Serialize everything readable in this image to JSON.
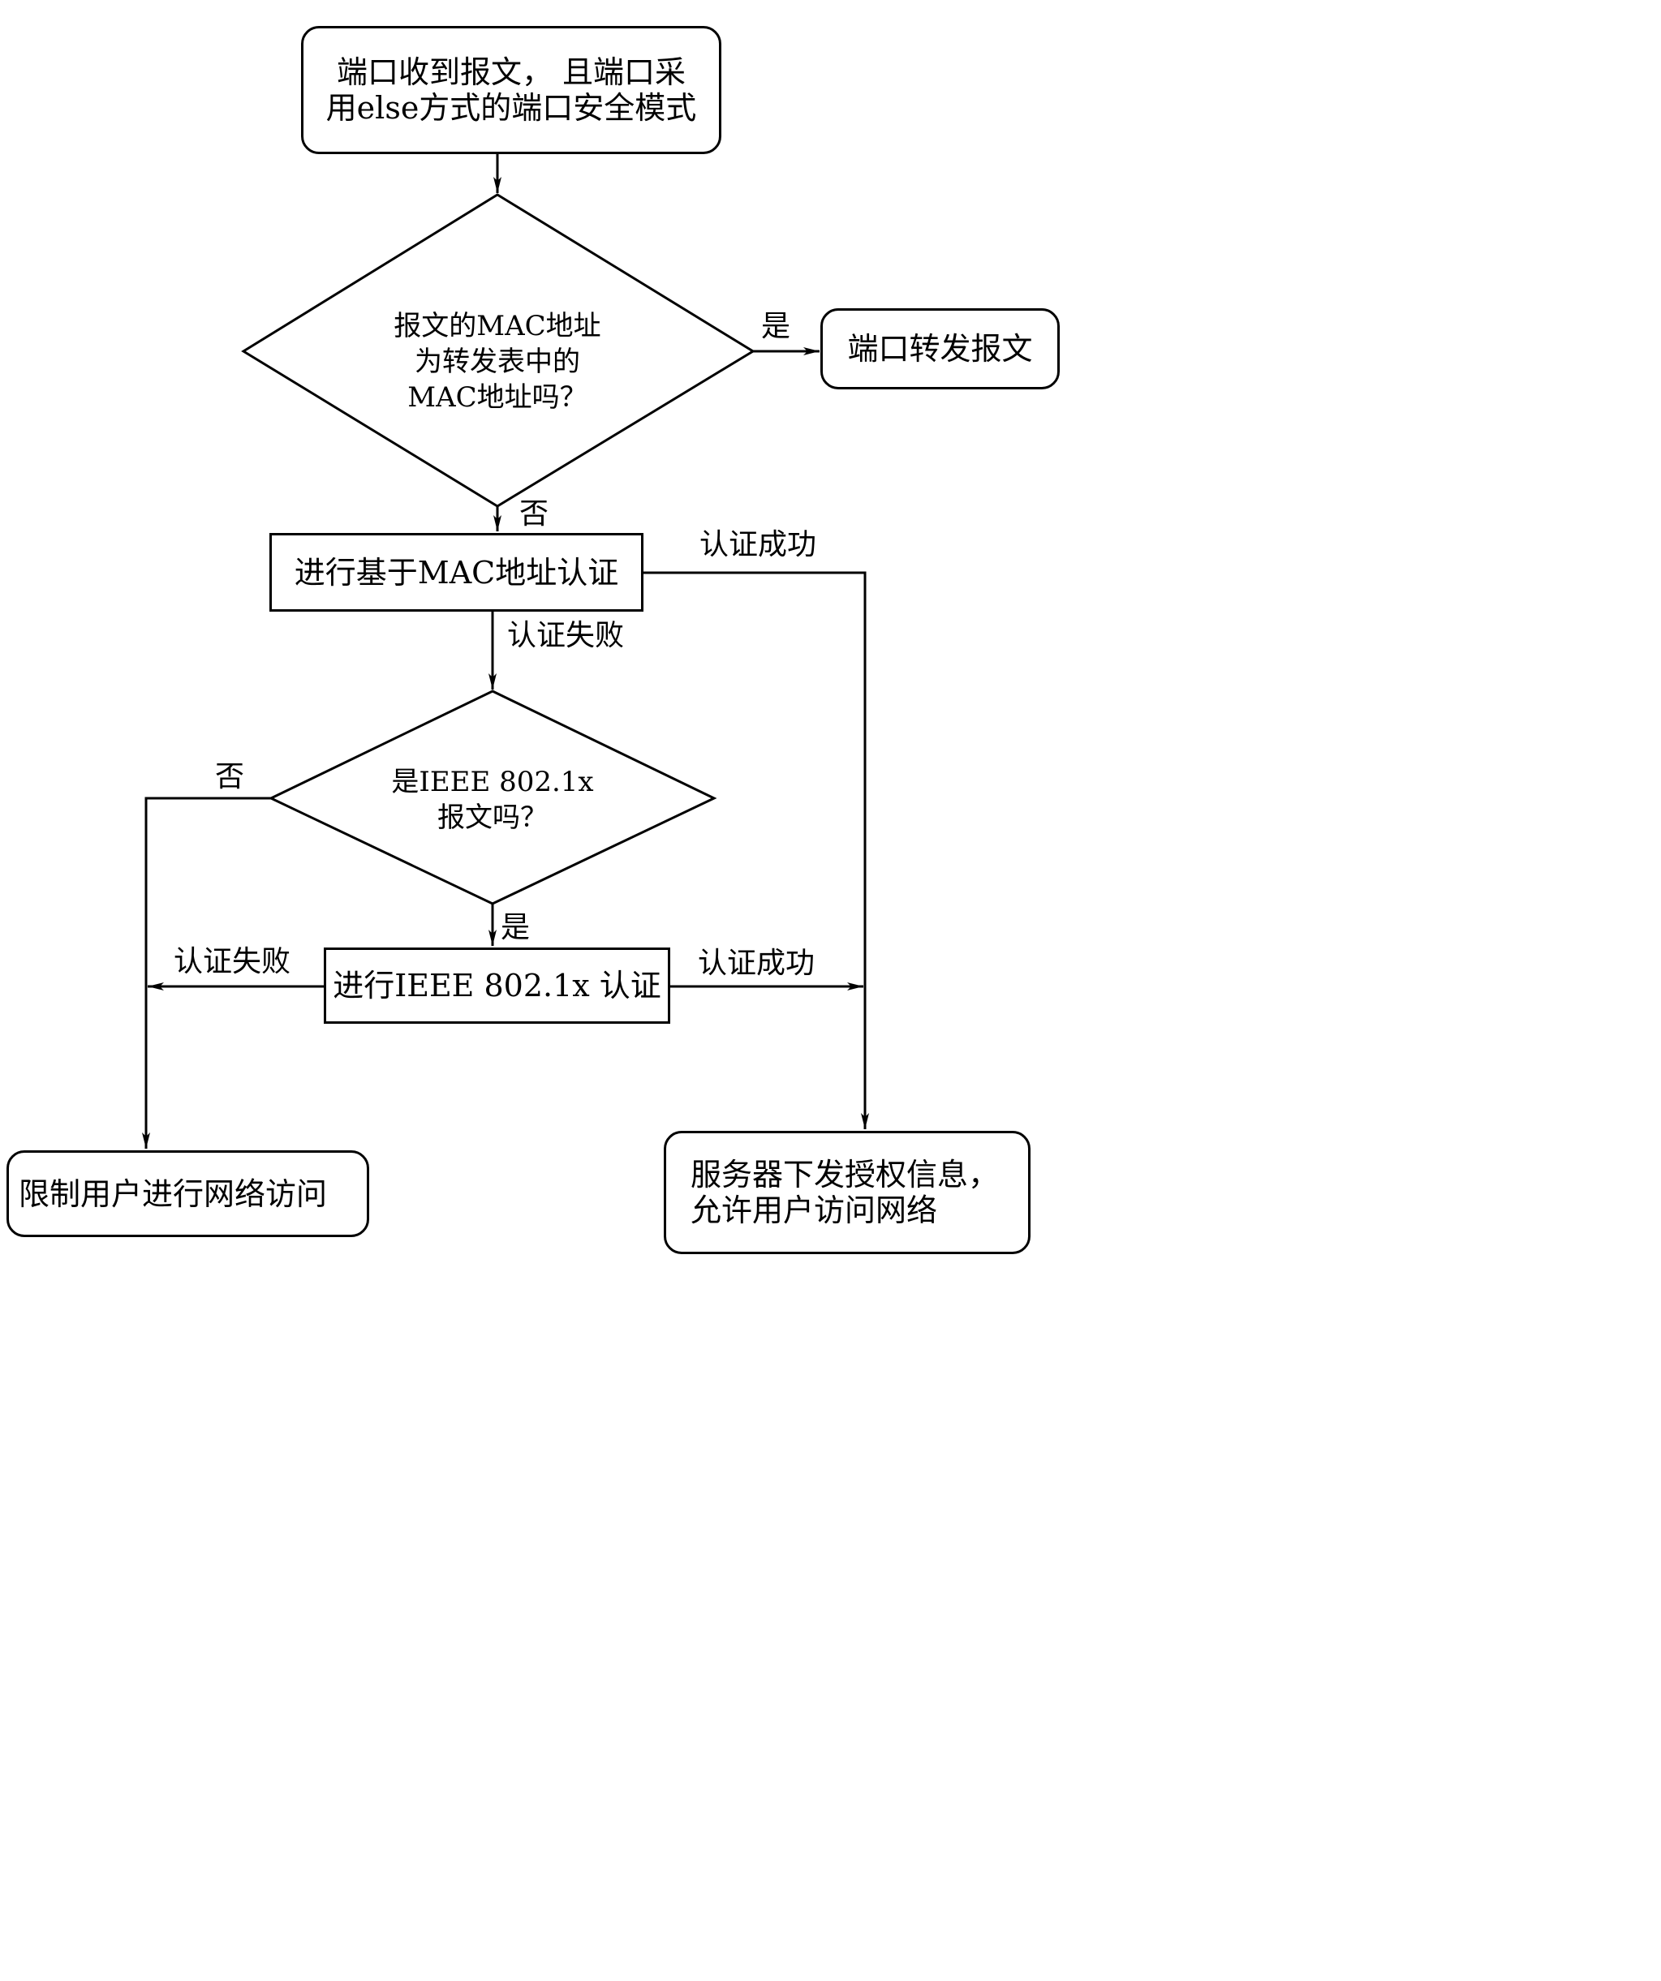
{
  "nodes": {
    "start": "端口收到报文， 且端口采\n用else方式的端口安全模式",
    "decision_mac": "报文的MAC地址\n为转发表中的\nMAC地址吗？",
    "forward": "端口转发报文",
    "mac_auth": "进行基于MAC地址认证",
    "decision_8021x": "是IEEE 802.1x\n报文吗？",
    "dot1x_auth": "进行IEEE 802.1x 认证",
    "restrict": "限制用户进行网络访问",
    "authorize": "服务器下发授权信息，\n允许用户访问网络"
  },
  "labels": {
    "yes_1": "是",
    "no_1": "否",
    "mac_success": "认证成功",
    "mac_fail": "认证失败",
    "no_2": "否",
    "yes_2": "是",
    "dot1x_fail": "认证失败",
    "dot1x_success": "认证成功"
  }
}
